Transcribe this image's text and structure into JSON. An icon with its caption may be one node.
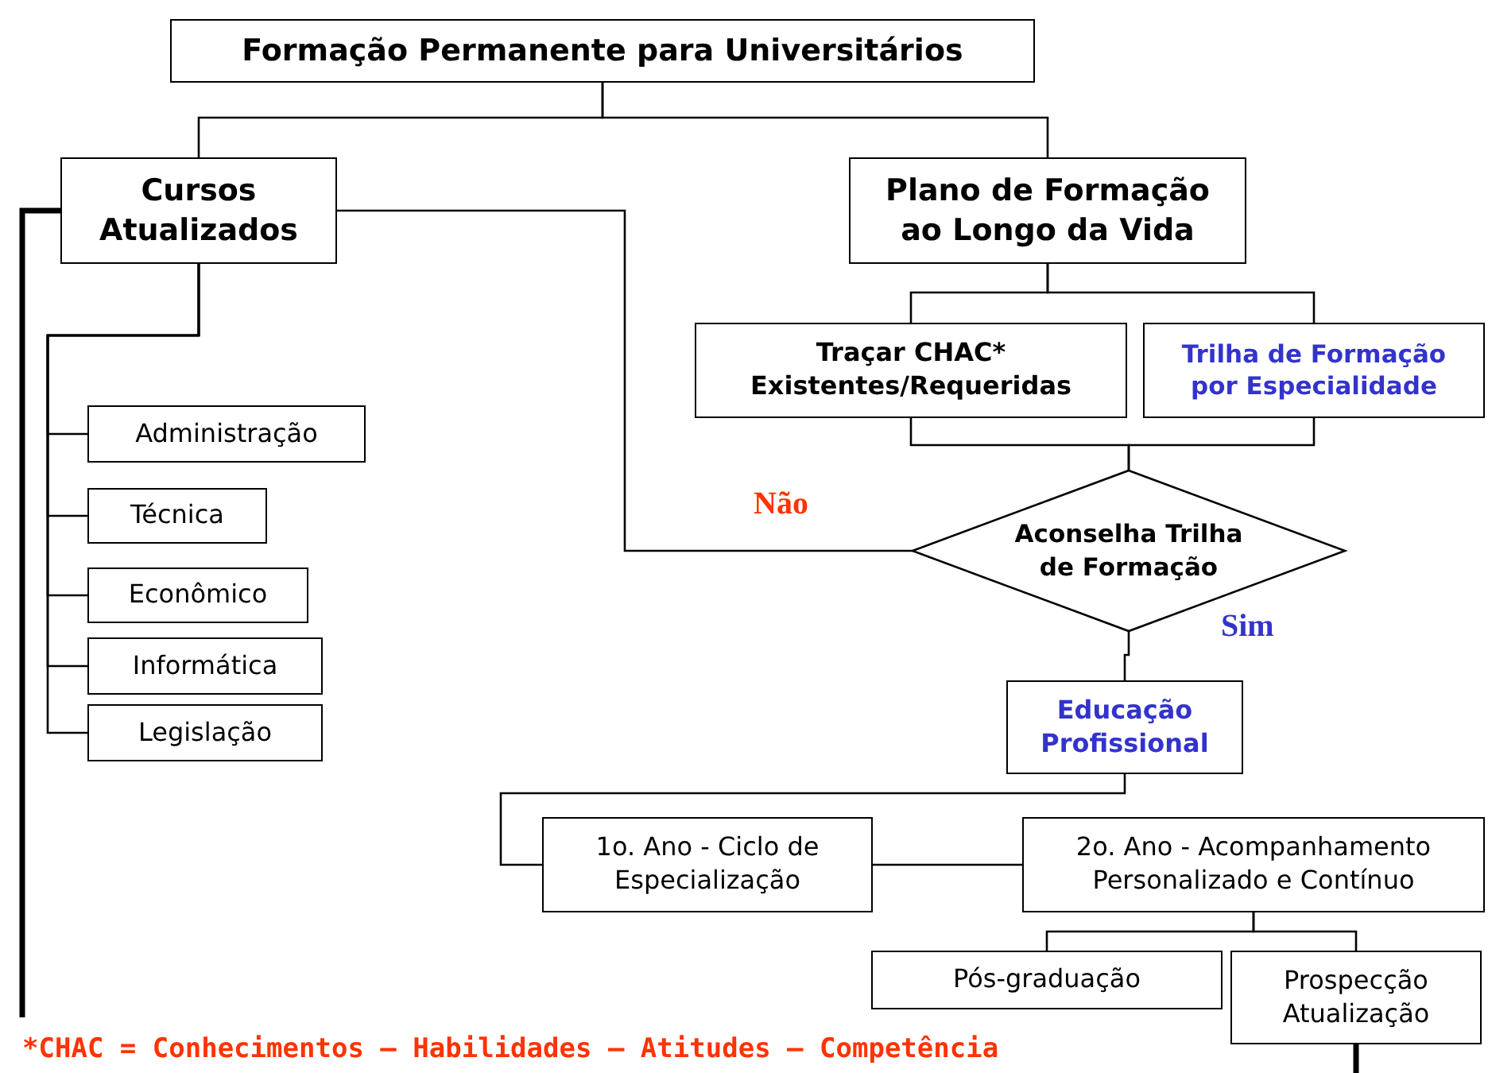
{
  "diagram": {
    "nodes": [
      {
        "text": [
          "Formação Permanente para Universitários"
        ]
      },
      {
        "text": [
          "Cursos Atualizados"
        ]
      },
      {
        "text": [
          "Plano de Formação ao Longo da Vida"
        ]
      },
      {
        "text": [
          "Administração"
        ]
      },
      {
        "text": [
          "Técnica"
        ]
      },
      {
        "text": [
          "Econômico"
        ]
      },
      {
        "text": [
          "Informática"
        ]
      },
      {
        "text": [
          "Legislação"
        ]
      },
      {
        "text": [
          "Traçar CHAC* Existentes/Requeridas"
        ]
      },
      {
        "text": [
          "Trilha de Formação por Especialidade"
        ]
      },
      {
        "text": [
          "Aconselha Trilha de Formação"
        ]
      },
      {
        "text": [
          "Educação Profissional"
        ]
      },
      {
        "text": [
          "1o. Ano - Ciclo de Especialização"
        ]
      },
      {
        "text": [
          "2o. Ano - Acompanhamento Personalizado e Contínuo"
        ]
      },
      {
        "text": [
          "Pós-graduação"
        ]
      },
      {
        "text": [
          "Prospecção Atualização"
        ]
      }
    ],
    "edges": [
      {
        "from": 0,
        "to": 1,
        "arrow": "none"
      },
      {
        "from": 0,
        "to": 2,
        "arrow": "none"
      },
      {
        "from": 1,
        "to": 3,
        "arrow": "none"
      },
      {
        "from": 1,
        "to": 4,
        "arrow": "none"
      },
      {
        "from": 1,
        "to": 5,
        "arrow": "none"
      },
      {
        "from": 1,
        "to": 6,
        "arrow": "none"
      },
      {
        "from": 1,
        "to": 7,
        "arrow": "none"
      },
      {
        "from": 2,
        "to": 8,
        "arrow": "none"
      },
      {
        "from": 2,
        "to": 9,
        "arrow": "none"
      },
      {
        "from": 8,
        "to": 10,
        "arrow": "none"
      },
      {
        "from": 9,
        "to": 10,
        "arrow": "none"
      },
      {
        "from": 10,
        "to": 1,
        "arrow": "none",
        "label": "Não"
      },
      {
        "from": 10,
        "to": 11,
        "arrow": "none",
        "label": "Sim"
      },
      {
        "from": 11,
        "to": 12,
        "arrow": "none"
      },
      {
        "from": 12,
        "to": 13,
        "arrow": "none"
      },
      {
        "from": 13,
        "to": 14,
        "arrow": "none"
      },
      {
        "from": 13,
        "to": 15,
        "arrow": "none"
      },
      {
        "from": 1,
        "to": null,
        "arrow": "none",
        "style": "thick"
      },
      {
        "from": 15,
        "to": null,
        "arrow": "none",
        "style": "thick"
      }
    ],
    "labels": [
      "*CHAC = Conhecimentos – Habilidades – Atitudes – Competência"
    ]
  }
}
